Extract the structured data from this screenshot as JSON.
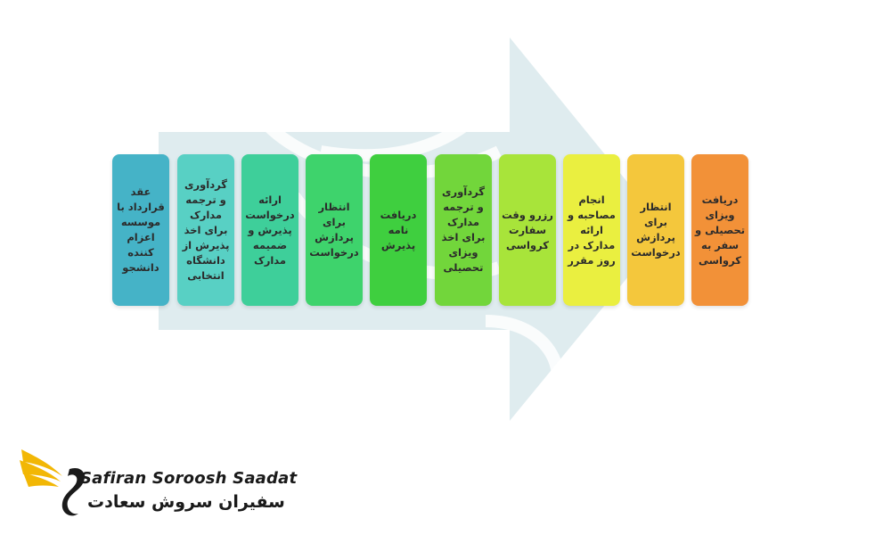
{
  "steps": [
    {
      "text": "عقد\nقرارداد با\nموسسه\nاعزام\nکننده\nدانشجو",
      "color": "#45b3c7"
    },
    {
      "text": "گردآوری\nو ترجمه\nمدارک\nبرای اخذ\nپذیرش از\nدانشگاه\nانتخابی",
      "color": "#58d0c4"
    },
    {
      "text": "ارائه\nدرخواست\nپذیرش و\nضمیمه\nمدارک",
      "color": "#3ecf9a"
    },
    {
      "text": "انتظار\nبرای\nپردازش\nدرخواست",
      "color": "#3ed36c"
    },
    {
      "text": "دریافت\nنامه\nپذیرش",
      "color": "#3fcf3f"
    },
    {
      "text": "گردآوری\nو ترجمه\nمدارک\nبرای اخذ\nویزای\nتحصیلی",
      "color": "#72d63b"
    },
    {
      "text": "رزرو وقت\nسفارت\nکرواسی",
      "color": "#a8e43a"
    },
    {
      "text": "انجام\nمصاحبه و\nارائه\nمدارک در\nروز مقرر",
      "color": "#eaef40"
    },
    {
      "text": "انتظار\nبرای\nپردازش\nدرخواست",
      "color": "#f4c73c"
    },
    {
      "text": "دریافت\nویزای\nتحصیلی و\nسفر به\nکرواسی",
      "color": "#f29138"
    }
  ],
  "logo": {
    "name_en": "Safiran Soroosh Saadat",
    "name_fa": "سفیران سروش سعادت",
    "wing_color": "#f2b705",
    "bird_color": "#1a1a1a"
  }
}
